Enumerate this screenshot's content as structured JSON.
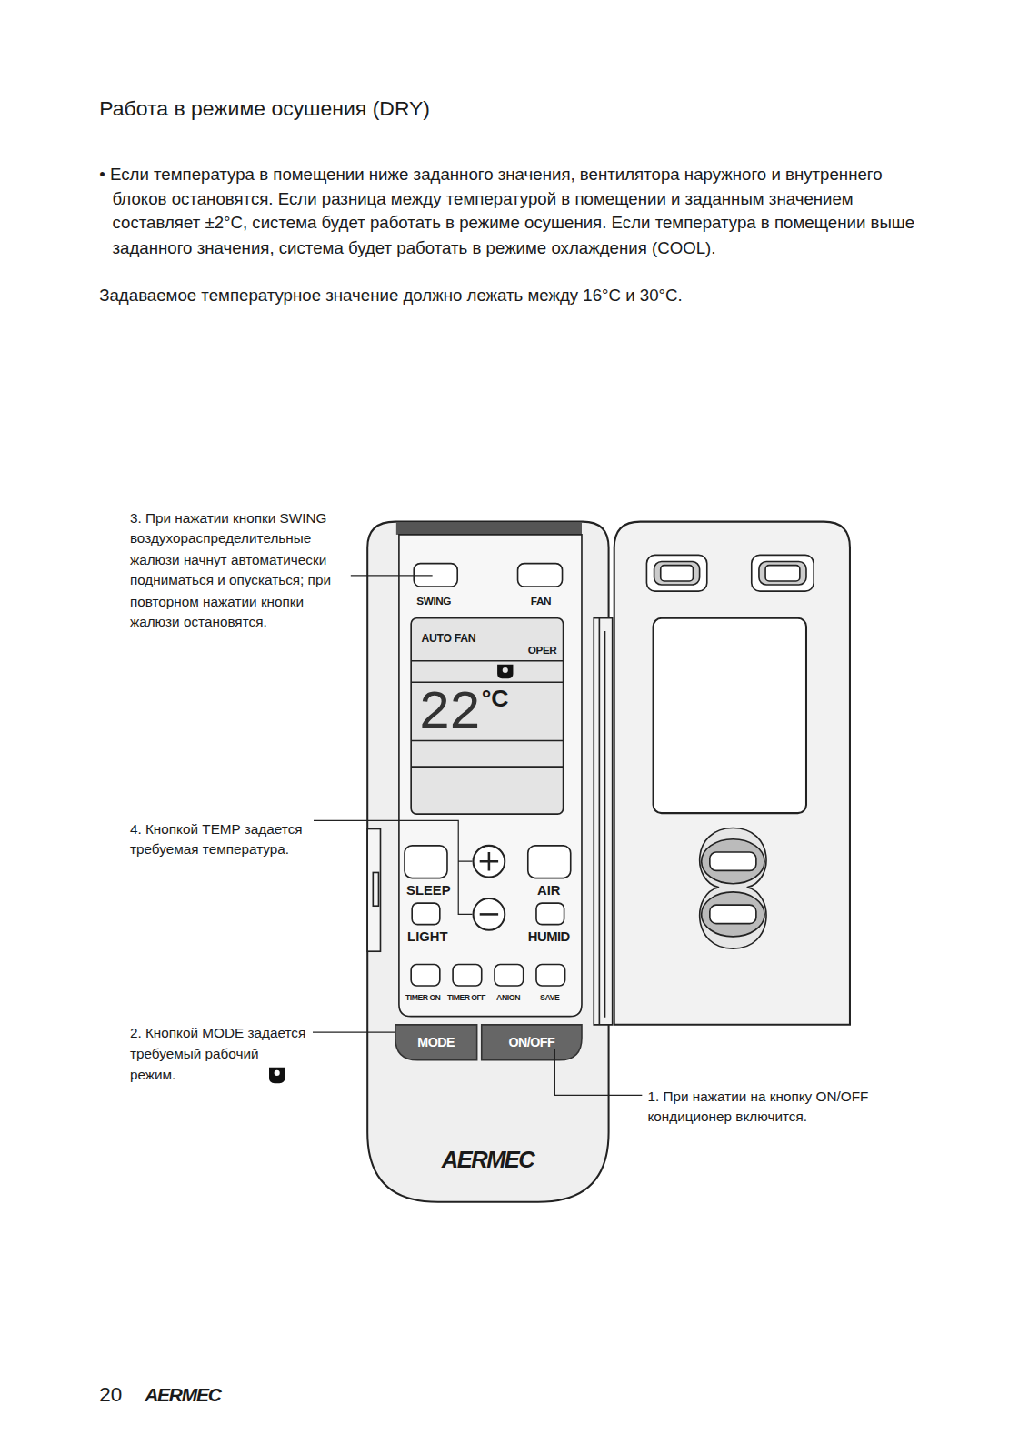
{
  "diagram": {
    "title": "Работа в режиме осушения (DRY)",
    "nodes": [
      {
        "text": [
          "AUTO FAN",
          "OPER",
          "22",
          "°C"
        ]
      },
      {
        "text": [
          "MODE"
        ]
      },
      {
        "text": [
          "ON/OFF"
        ]
      }
    ],
    "labels": [
      "• Если температура в помещении ниже заданного значения, вентилятора наружного и внутреннего блоков остановятся. Если разница между температурой в помещении и заданным значением составляет ±2°C, система будет работать в режиме осушения. Если температура в помещении выше заданного значения, система будет работать в режиме охлаждения (COOL).",
      "Задаваемое температурное значение должно лежать между 16°C и 30°C.",
      "3. При нажатии кнопки SWING воздухораспределительные жалюзи начнут автоматически подниматься и опускаться; при повторном нажатии кнопки жалюзи остановятся.",
      "4. Кнопкой TEMP задается требуемая температура.",
      "2. Кнопкой MODE задается требуемый рабочий режим.",
      "1. При нажатии на кнопку ON/OFF кондиционер включится.",
      "SWING",
      "FAN",
      "SLEEP",
      "AIR",
      "LIGHT",
      "HUMID",
      "TIMER ON",
      "TIMER OFF",
      "ANION",
      "SAVE",
      "AERMEC",
      "20",
      "AERMEC"
    ]
  }
}
